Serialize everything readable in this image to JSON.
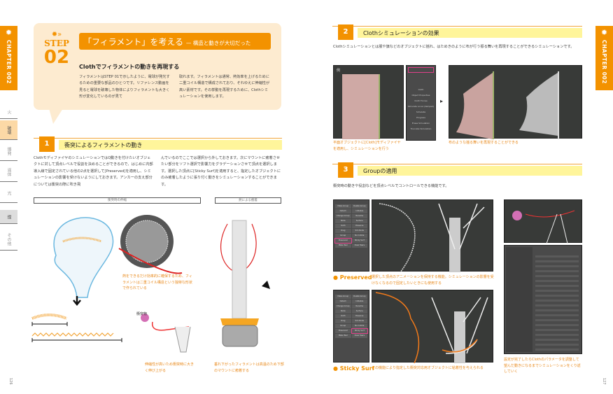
{
  "left_page": {
    "chapter_tab": "CHAPTER 002",
    "side_tabs": [
      {
        "label": "火",
        "active": false
      },
      {
        "label": "破壊",
        "active": true
      },
      {
        "label": "爆発",
        "active": false
      },
      {
        "label": "液体",
        "active": false
      },
      {
        "label": "光",
        "active": false
      },
      {
        "label": "煙",
        "active": false
      },
      {
        "label": "その他",
        "active": false
      }
    ],
    "step_label": "STEP",
    "step_number": "02",
    "title": "「フィラメント」を考える",
    "title_sub": "— 構造と動きが大切だった",
    "subtitle": "Clothでフィラメントの動きを再現する",
    "intro_col1": "フィラメントはSTEP 01で示したように、電球が発光するための重要な部品のひとつです。リファレンス動画を見ると電球を破壊した物体によりフィラメントも大きく形が変化しているのが見て",
    "intro_col2": "取れます。フィラメントは通常、熱効率を上げるために二重コイル構造で構成されており、それゆえに伸縮性が高い素材です。その挙動を再現するために、Clothシミュレーションを使用します。",
    "section1": {
      "number": "1",
      "title": "衝突によるフィラメントの動き",
      "col1": "ClothモディファイヤのシミュレーションではQ動きを付けたいオブジェクトに対して頂点レベルで役割を決めることができるので、はじめに内部導入線で固定されている他の2点を選択して[Preserved]を適用し、シミュレーションの影響を受けないようにしておきます。アンカーの支え部分については衝突の際に吹き飛",
      "col2": "んでいるのでここでは選択から外しておきます。次にマウントに癒着させたい部分をソフト選択で影響力をグラデーションさせて頂点を選択します。選択した頂点に[Sticky Surf]を適用すると、指定したオブジェクトにのみ癒着したように張り付く動きをシミュレーションすることができます。",
      "caption_left": "衝突時の伸縮",
      "caption_right": "熱による癒着",
      "note_coil": "熱をできるだけ効率的に確保するため、フィラメントは二重コイル構造という独特な形状で作られている",
      "collider_label": "衝突物",
      "note_stretch": "伸縮性が高いため衝突時に大きく伸び上がる",
      "note_stick": "垂れ下がったフィラメントは高温のため下部のマウントに癒着する"
    },
    "page_number": "126"
  },
  "right_page": {
    "chapter_tab": "CHAPTER 002",
    "section2": {
      "number": "2",
      "title": "Clothシミュレーションの効果",
      "body": "Clothシミュレーションとは服や旗などのオブジェクトに揺れ、はためきのように布が行う振る舞いを再現することができるシミュレーションです。",
      "viewport_label": "例",
      "panel_items": [
        "Cloth",
        "Object Properties",
        "Cloth Forces",
        "Simulate Local (damped)",
        "Simulate",
        "Progress",
        "Erase Simulation",
        "Truncate Simulation"
      ],
      "caption_left": "平面オブジェクトに[Cloth]モディファイヤを適用し、シミュレーションを行う",
      "caption_right": "布のような揺る舞いを再現することができる"
    },
    "section3": {
      "number": "3",
      "title": "Groupの適用",
      "body": "衝突時の動きや役割などを頂点レベルでコントロールできる機能です。",
      "group_buttons": [
        "Make Group",
        "Delete Group",
        "Detach",
        "Initialize",
        "Change Group",
        "Rename",
        "Node",
        "Surface",
        "Cloth",
        "Preserve",
        "Drag",
        "Sim Node",
        "Group",
        "No Collide",
        "Preserved",
        "Sticky Surf",
        "Make Tear",
        "Clear Tears"
      ],
      "preserved_label": "Preserved",
      "preserved_desc": "選択した頂点のアニメーションを保持する機能。シミュレーションの影響を受けなくなるので固定したいときにも使用する",
      "sticky_label": "Sticky Surf",
      "sticky_desc": "この機能により指定した衝突対応用オブジェクトに粘着性を与えられる",
      "param_caption": "設定が完了したらClothのパラメータを調整して望んだ動きになるまでシミュレーションをくり返していく"
    },
    "page_number": "127"
  },
  "colors": {
    "accent": "#f39200",
    "cream": "#fdebd0",
    "highlight": "#fff59b",
    "caption": "#e8891b"
  }
}
